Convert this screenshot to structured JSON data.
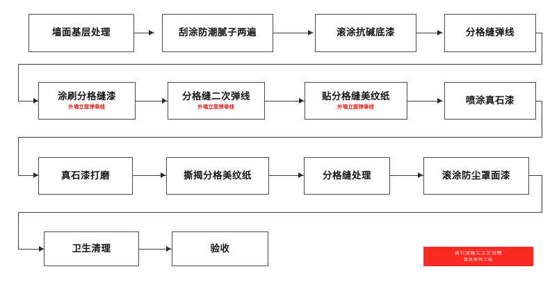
{
  "diagram": {
    "type": "flowchart",
    "orientation": "serpentine-left-to-right",
    "subject": "外墙真石漆施工工艺流程图",
    "box_fill": "#ffffff",
    "box_border": "#4a4a4a",
    "connector_color": "#3d3d3d",
    "note_color": "#e8140f",
    "watermark_color": "#fb2b23"
  },
  "rows": [
    {
      "index": 1,
      "nodes": [
        {
          "id": "n1",
          "label": "墙面基层处理",
          "note": ""
        },
        {
          "id": "n2",
          "label": "刮涂防潮腻子两遍",
          "note": ""
        },
        {
          "id": "n3",
          "label": "滚涂抗碱底漆",
          "note": ""
        },
        {
          "id": "n4",
          "label": "分格缝弹线",
          "note": ""
        }
      ]
    },
    {
      "index": 2,
      "nodes": [
        {
          "id": "n5",
          "label": "涂刷分格缝漆",
          "note": "外墙立面弹垂线"
        },
        {
          "id": "n6",
          "label": "分格缝二次弹线",
          "note": "外墙立面弹垂线"
        },
        {
          "id": "n7",
          "label": "贴分格缝美纹纸",
          "note": "外墙立面弹垂线"
        },
        {
          "id": "n8",
          "label": "喷涂真石漆",
          "note": ""
        }
      ]
    },
    {
      "index": 3,
      "nodes": [
        {
          "id": "n9",
          "label": "真石漆打磨",
          "note": ""
        },
        {
          "id": "n10",
          "label": "撕揭分格美纹纸",
          "note": ""
        },
        {
          "id": "n11",
          "label": "分格缝处理",
          "note": ""
        },
        {
          "id": "n12",
          "label": "滚涂防尘罩面漆",
          "note": ""
        }
      ]
    },
    {
      "index": 4,
      "nodes": [
        {
          "id": "n13",
          "label": "卫生清理",
          "note": ""
        },
        {
          "id": "n14",
          "label": "验收",
          "note": ""
        }
      ]
    }
  ],
  "watermark": {
    "line1": "真石漆施工工艺流程",
    "line2": "建筑装饰工程"
  }
}
